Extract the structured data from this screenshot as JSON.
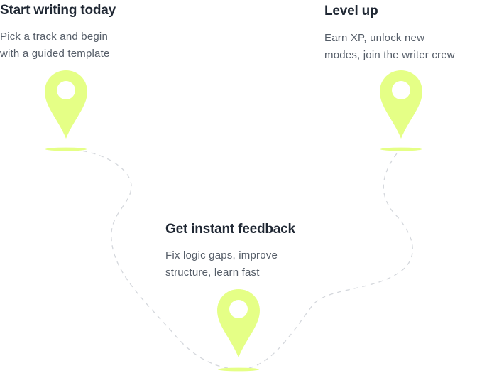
{
  "roadmap": {
    "accent_color": "#e5ff86",
    "path_color": "#d4d7dc",
    "steps": [
      {
        "title": "Start writing today",
        "description": [
          "Pick a track and begin",
          "with a guided template"
        ],
        "icon": "map-pin-icon"
      },
      {
        "title": "Get instant feedback",
        "description": [
          "Fix logic gaps, improve",
          "structure, learn fast"
        ],
        "icon": "map-pin-icon"
      },
      {
        "title": "Level up",
        "description": [
          "Earn XP, unlock new",
          "modes, join the writer crew"
        ],
        "icon": "map-pin-icon"
      }
    ]
  }
}
